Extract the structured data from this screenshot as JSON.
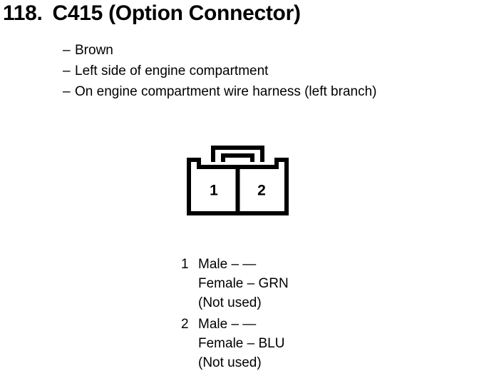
{
  "title": {
    "number": "118.",
    "name": "C415 (Option Connector)"
  },
  "description": {
    "dash": "–",
    "lines": [
      "Brown",
      "Left side of engine compartment",
      "On engine compartment wire harness (left branch)"
    ]
  },
  "connector": {
    "cavities": [
      {
        "number": "1"
      },
      {
        "number": "2"
      }
    ],
    "stroke_color": "#000000",
    "fill_color": "#ffffff"
  },
  "pin_legend": [
    {
      "number": "1",
      "male": "Male – —",
      "female": "Female – GRN",
      "note": "(Not used)"
    },
    {
      "number": "2",
      "male": "Male – —",
      "female": "Female – BLU",
      "note": "(Not used)"
    }
  ]
}
